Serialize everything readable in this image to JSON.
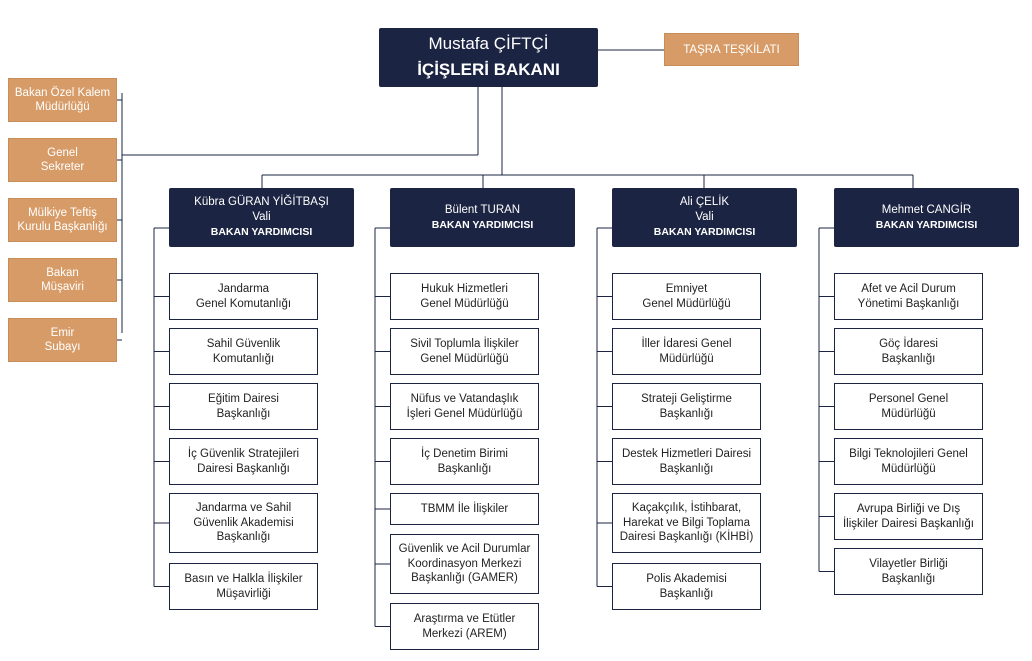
{
  "minister": {
    "name": "Mustafa ÇİFTÇİ",
    "title": "İÇİŞLERİ BAKANI"
  },
  "tasra": "TAŞRA TEŞKİLATI",
  "left_units": [
    [
      "Bakan Özel Kalem",
      "Müdürlüğü"
    ],
    [
      "Genel",
      "Sekreter"
    ],
    [
      "Mülkiye Teftiş",
      "Kurulu Başkanlığı"
    ],
    [
      "Bakan",
      "Müşaviri"
    ],
    [
      "Emir",
      "Subayı"
    ]
  ],
  "deputies": [
    {
      "lines": [
        "Kübra GÜRAN YİĞİTBAŞI",
        "Vali"
      ],
      "title": "BAKAN YARDIMCISI"
    },
    {
      "lines": [
        "Bülent TURAN"
      ],
      "title": "BAKAN YARDIMCISI"
    },
    {
      "lines": [
        "Ali ÇELİK",
        "Vali"
      ],
      "title": "BAKAN YARDIMCISI"
    },
    {
      "lines": [
        "Mehmet CANGİR"
      ],
      "title": "BAKAN YARDIMCISI"
    }
  ],
  "columns": [
    [
      [
        "Jandarma",
        "Genel Komutanlığı"
      ],
      [
        "Sahil Güvenlik",
        "Komutanlığı"
      ],
      [
        "Eğitim Dairesi",
        "Başkanlığı"
      ],
      [
        "İç Güvenlik Stratejileri",
        "Dairesi Başkanlığı"
      ],
      [
        "Jandarma ve Sahil",
        "Güvenlik Akademisi",
        "Başkanlığı"
      ],
      [
        "Basın ve Halkla İlişkiler",
        "Müşavirliği"
      ]
    ],
    [
      [
        "Hukuk Hizmetleri",
        "Genel Müdürlüğü"
      ],
      [
        "Sivil Toplumla İlişkiler",
        "Genel Müdürlüğü"
      ],
      [
        "Nüfus ve Vatandaşlık",
        "İşleri Genel Müdürlüğü"
      ],
      [
        "İç Denetim Birimi",
        "Başkanlığı"
      ],
      [
        "TBMM İle İlişkiler"
      ],
      [
        "Güvenlik ve Acil Durumlar",
        "Koordinasyon Merkezi",
        "Başkanlığı (GAMER)"
      ],
      [
        "Araştırma ve Etütler",
        "Merkezi (AREM)"
      ]
    ],
    [
      [
        "Emniyet",
        "Genel Müdürlüğü"
      ],
      [
        "İller İdaresi Genel",
        "Müdürlüğü"
      ],
      [
        "Strateji Geliştirme",
        "Başkanlığı"
      ],
      [
        "Destek Hizmetleri Dairesi",
        "Başkanlığı"
      ],
      [
        "Kaçakçılık, İstihbarat,",
        "Harekat ve Bilgi Toplama",
        "Dairesi Başkanlığı (KİHBİ)"
      ],
      [
        "Polis Akademisi",
        "Başkanlığı"
      ]
    ],
    [
      [
        "Afet ve Acil Durum",
        "Yönetimi Başkanlığı"
      ],
      [
        "Göç İdaresi",
        "Başkanlığı"
      ],
      [
        "Personel Genel",
        "Müdürlüğü"
      ],
      [
        "Bilgi Teknolojileri Genel",
        "Müdürlüğü"
      ],
      [
        "Avrupa Birliği ve Dış",
        "İlişkiler Dairesi Başkanlığı"
      ],
      [
        "Vilayetler Birliği",
        "Başkanlığı"
      ]
    ]
  ]
}
